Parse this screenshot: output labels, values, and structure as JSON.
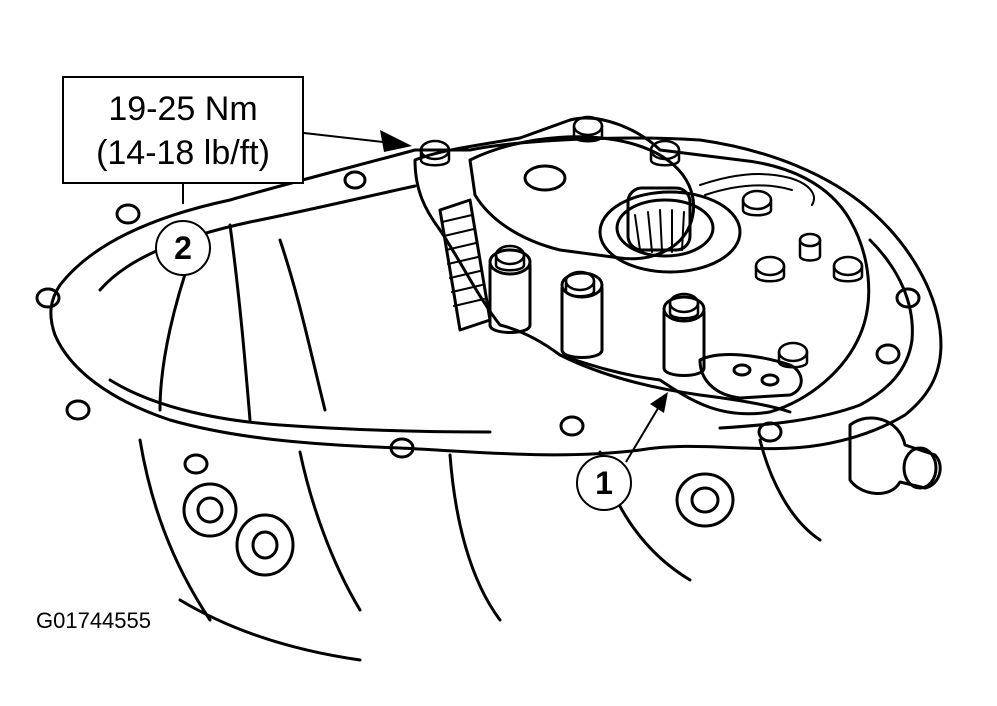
{
  "torque_spec": {
    "metric": "19-25 Nm",
    "imperial": "(14-18 lb/ft)"
  },
  "callouts": {
    "one": "1",
    "two": "2"
  },
  "figure_id": "G01744555"
}
